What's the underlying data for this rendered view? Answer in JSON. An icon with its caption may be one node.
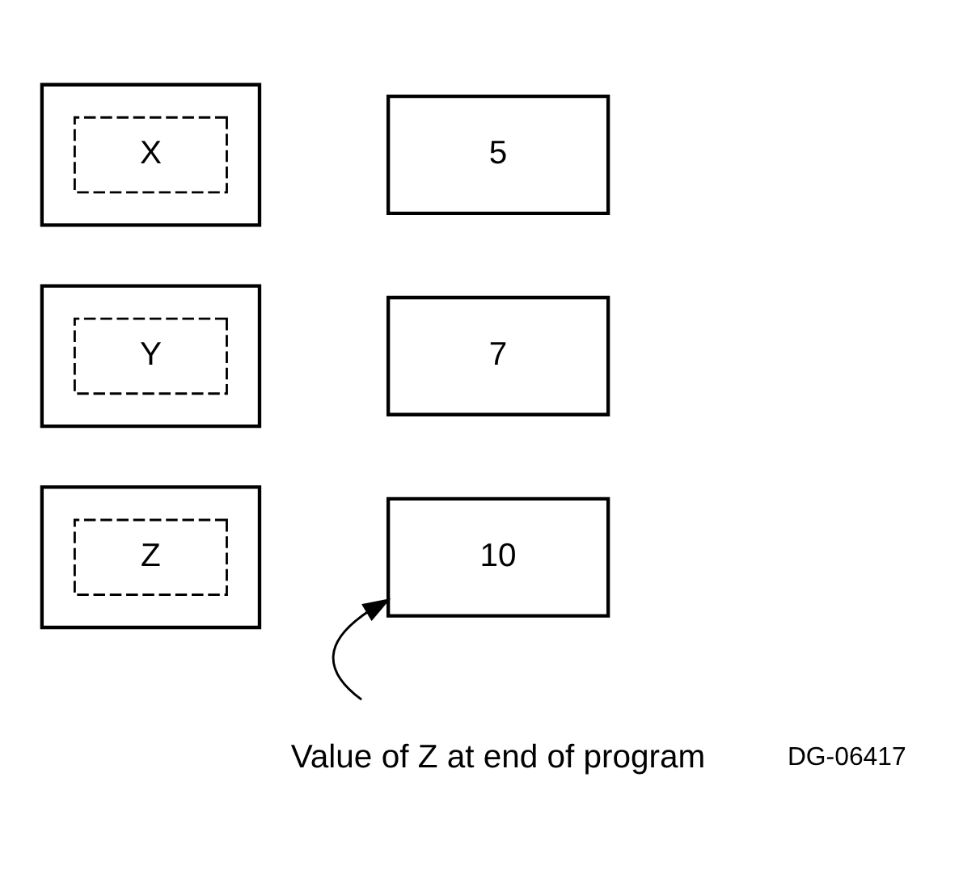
{
  "diagram": {
    "nodes": [
      {
        "text": [],
        "shape": "box"
      },
      {
        "text": [
          "X"
        ],
        "in": 0
      },
      {
        "text": [
          "5"
        ]
      },
      {
        "text": [],
        "shape": "box"
      },
      {
        "text": [
          "Y"
        ],
        "in": 3
      },
      {
        "text": [
          "7"
        ]
      },
      {
        "text": [],
        "shape": "box"
      },
      {
        "text": [
          "Z"
        ],
        "in": 6
      },
      {
        "text": [
          "10"
        ]
      },
      {
        "text": [
          "Value of Z at end of program"
        ]
      }
    ],
    "edges": [
      {
        "from": 9,
        "to": 8,
        "arrow": "to"
      }
    ],
    "labels": [
      "DG-06417"
    ]
  }
}
